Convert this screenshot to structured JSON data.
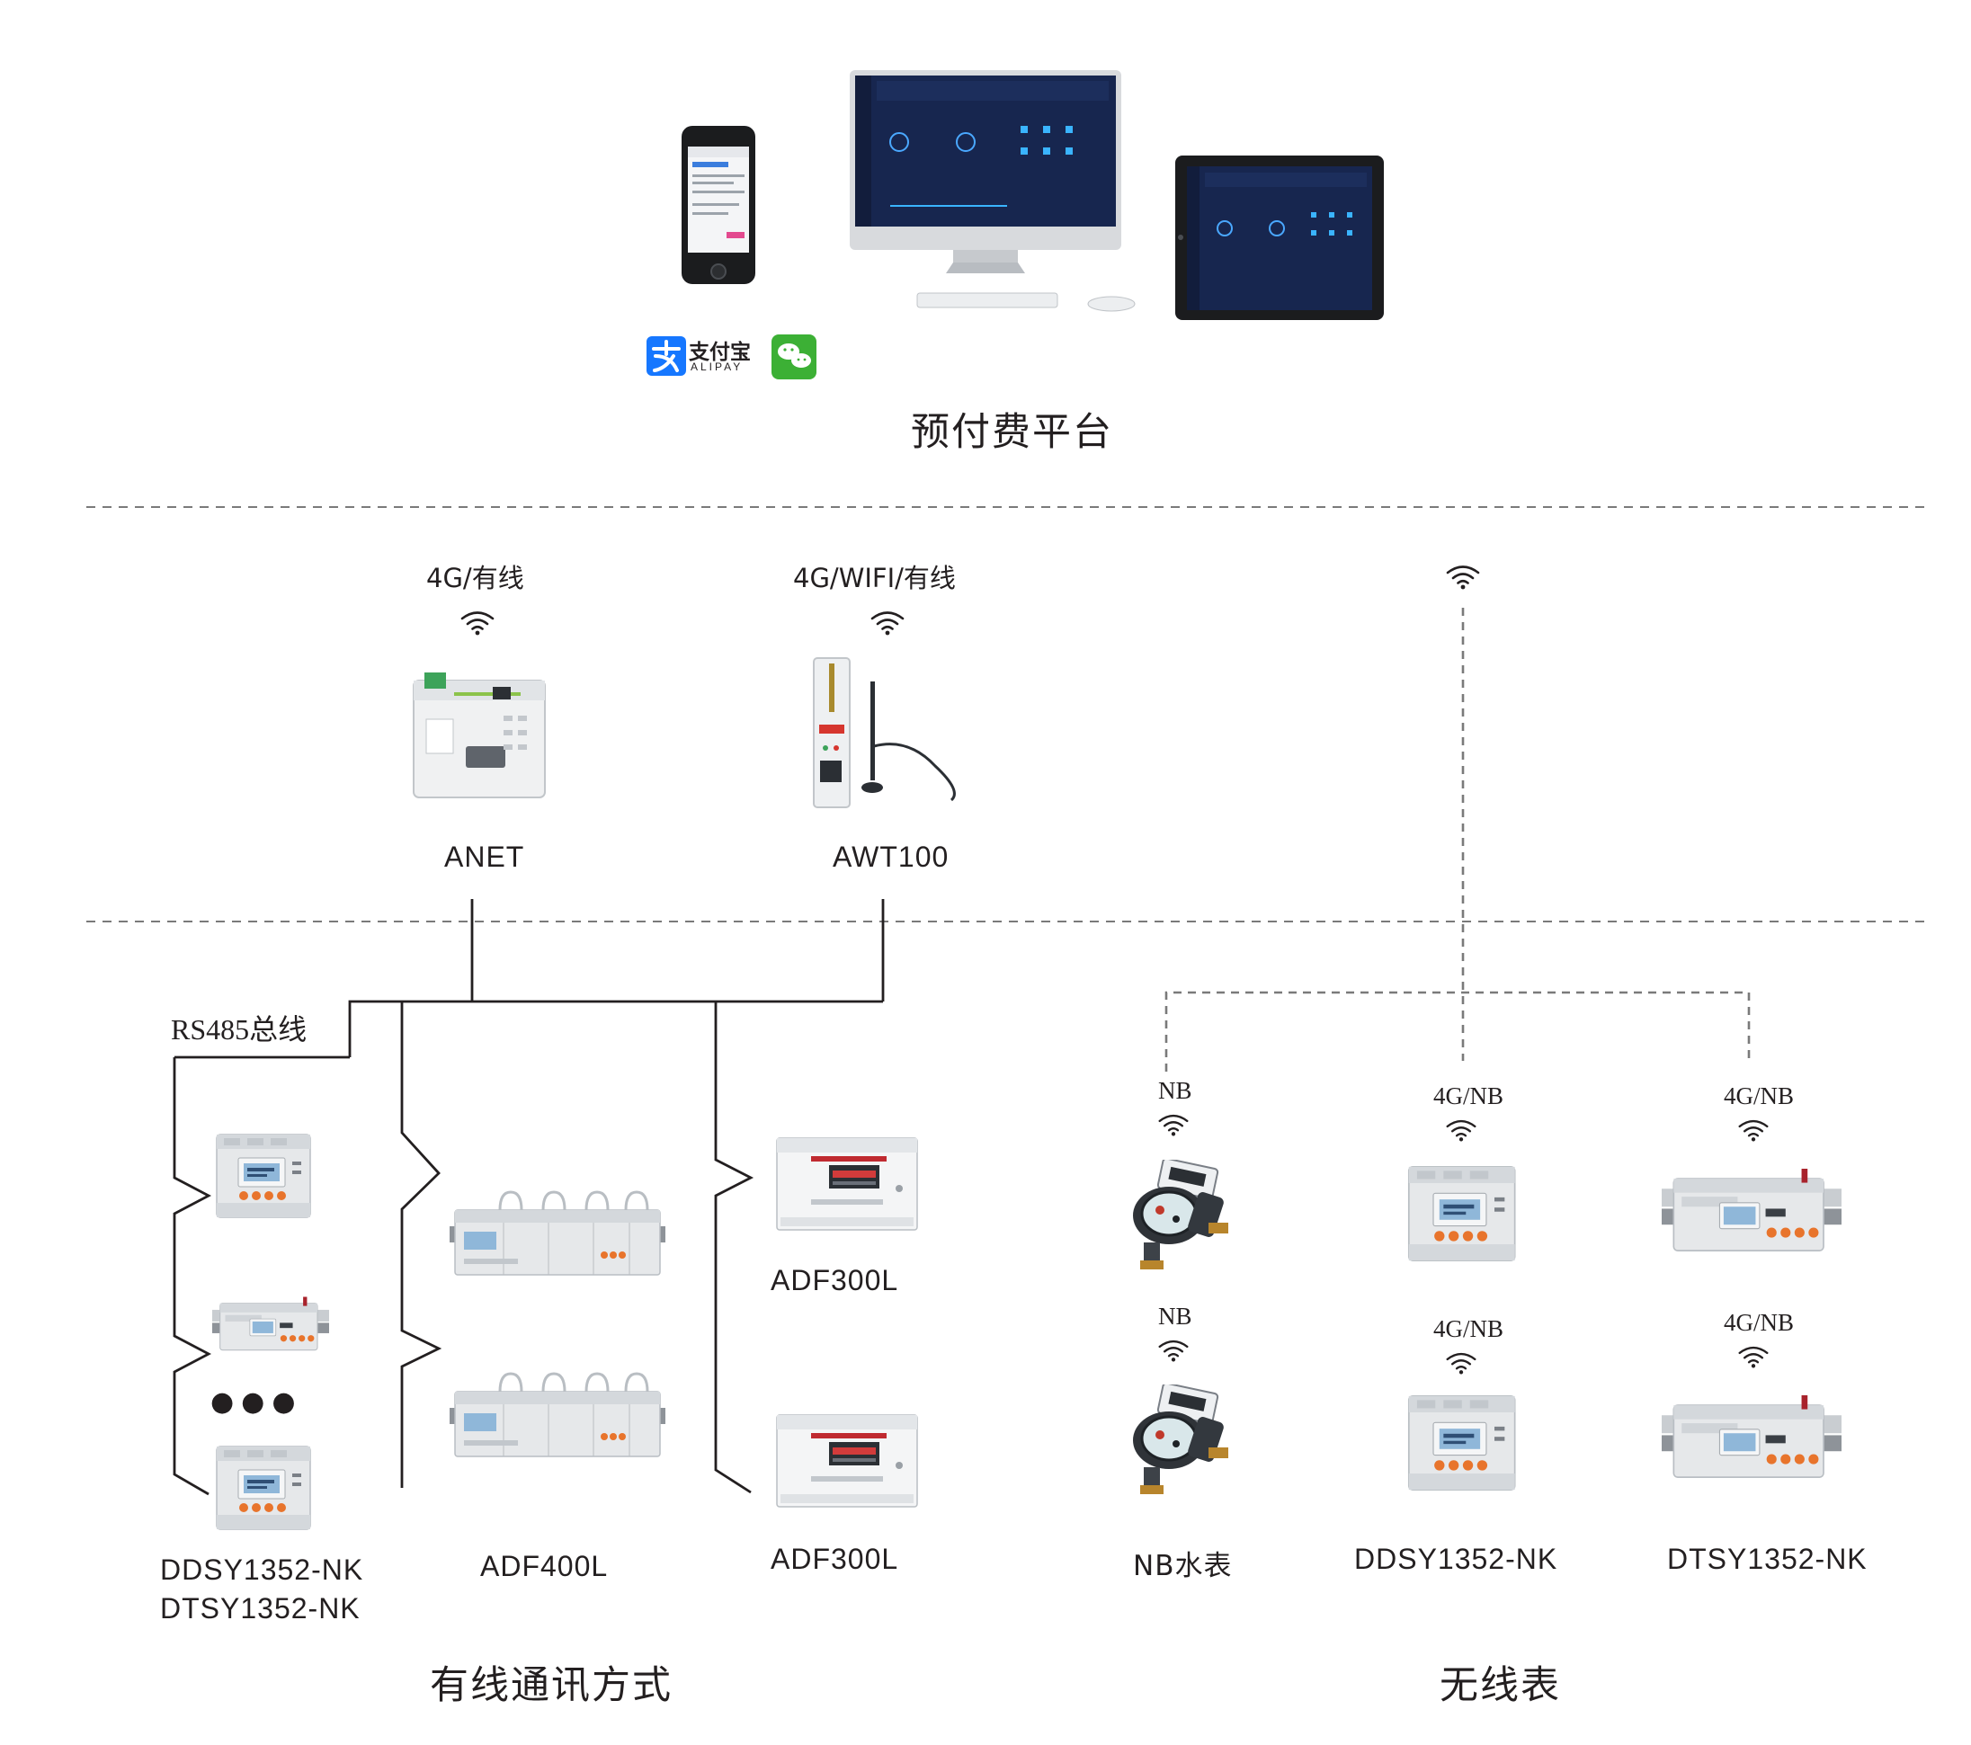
{
  "platform": {
    "title": "预付费平台",
    "alipay_text": "支付宝",
    "alipay_sub": "ALIPAY"
  },
  "gateways": {
    "anet": {
      "protocol": "4G/有线",
      "name": "ANET"
    },
    "awt100": {
      "protocol": "4G/WIFI/有线",
      "name": "AWT100"
    }
  },
  "wired": {
    "bus_label": "RS485总线",
    "ellipsis": "●●●",
    "group1_name_line1": "DDSY1352-NK",
    "group1_name_line2": "DTSY1352-NK",
    "group2_name": "ADF400L",
    "group3_name_top": "ADF300L",
    "group3_name_bottom": "ADF300L",
    "section_title": "有线通讯方式"
  },
  "wireless": {
    "col1_protocol_top": "NB",
    "col1_protocol_bottom": "NB",
    "col1_name": "NB水表",
    "col2_protocol_top": "4G/NB",
    "col2_protocol_bottom": "4G/NB",
    "col2_name": "DDSY1352-NK",
    "col3_protocol_top": "4G/NB",
    "col3_protocol_bottom": "4G/NB",
    "col3_name": "DTSY1352-NK",
    "section_title": "无线表"
  },
  "colors": {
    "line": "#231f20",
    "dash": "#7a7a7a",
    "wifi": "#231f20",
    "screen_bg": "#17264f",
    "meter_body": "#e6e8ea",
    "meter_btn": "#e8742c",
    "alipay_blue": "#1677ff",
    "wechat_green": "#3cb035"
  }
}
